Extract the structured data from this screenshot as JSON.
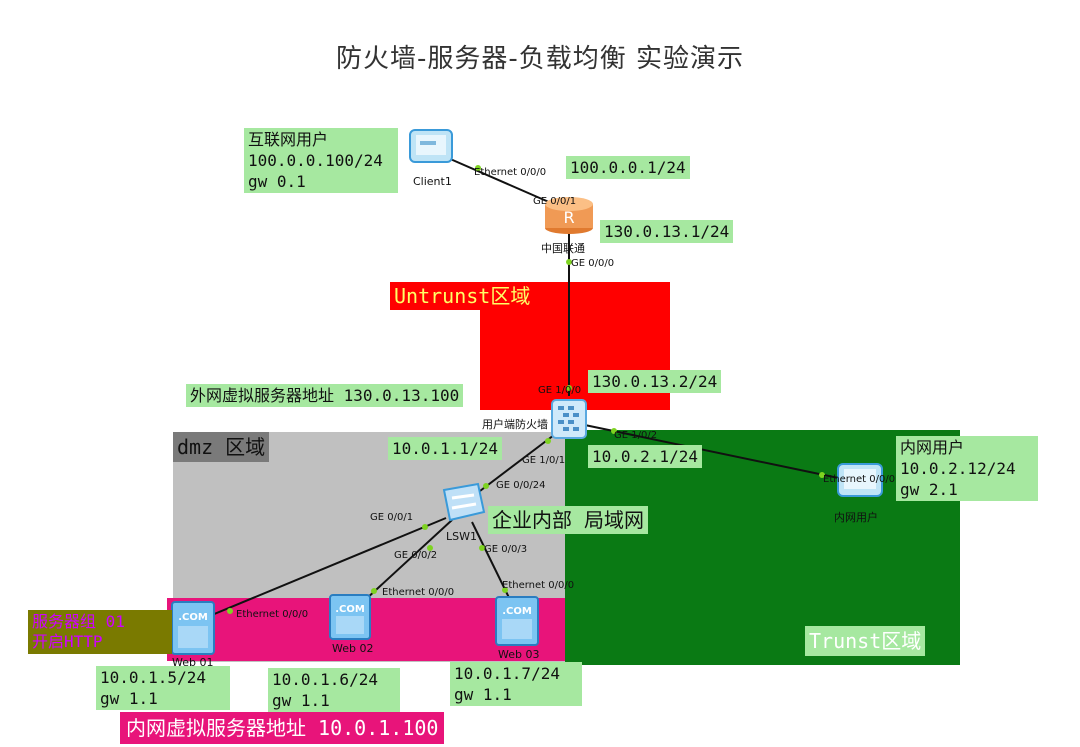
{
  "title": "防火墙-服务器-负载均衡 实验演示",
  "zones": {
    "untrust": "Untrunst区域",
    "dmz": "dmz 区域",
    "trust": "Trunst区域",
    "lan": "企业内部 局域网"
  },
  "devices": {
    "client1": "Client1",
    "isp": "中国联通",
    "firewall": "用户端防火墙",
    "lsw1": "LSW1",
    "inner_pc": "内网用户",
    "web01": "Web 01",
    "web02": "Web 02",
    "web03": "Web 03",
    "router_glyph": "R",
    "com_glyph": ".COM"
  },
  "ports": {
    "client1_eth": "Ethernet 0/0/0",
    "isp_ge001": "GE 0/0/1",
    "isp_ge000": "GE 0/0/0",
    "fw_ge100": "GE 1/0/0",
    "fw_ge101": "GE 1/0/1",
    "fw_ge102": "GE 1/0/2",
    "lsw_ge0024": "GE 0/0/24",
    "lsw_ge001": "GE 0/0/1",
    "lsw_ge002": "GE 0/0/2",
    "lsw_ge003": "GE 0/0/3",
    "web01_eth": "Ethernet 0/0/0",
    "web02_eth": "Ethernet 0/0/0",
    "web03_eth": "Ethernet 0/0/0",
    "inner_eth": "Ethernet 0/0/0"
  },
  "labels": {
    "internet_user": "互联网用户\n100.0.0.100/24\ngw 0.1",
    "isp_lan_ip": "100.0.0.1/24",
    "isp_wan_ip": "130.0.13.1/24",
    "fw_wan_ip": "130.0.13.2/24",
    "vip_external": "外网虚拟服务器地址 130.0.13.100",
    "fw_dmz_ip": "10.0.1.1/24",
    "fw_trust_ip": "10.0.2.1/24",
    "inner_user": "内网用户\n10.0.2.12/24\ngw 2.1",
    "server_group": "服务器组 01\n开启HTTP",
    "web01_ip": "10.0.1.5/24\ngw 1.1",
    "web02_ip": "10.0.1.6/24\ngw 1.1",
    "web03_ip": "10.0.1.7/24\ngw 1.1",
    "vip_internal": "内网虚拟服务器地址 10.0.1.100"
  },
  "colors": {
    "untrust": "#ff0000",
    "dmz": "#c0c0c0",
    "trust": "#0a7a14",
    "servers": "#e8147a",
    "label_green": "#a6e8a0"
  }
}
